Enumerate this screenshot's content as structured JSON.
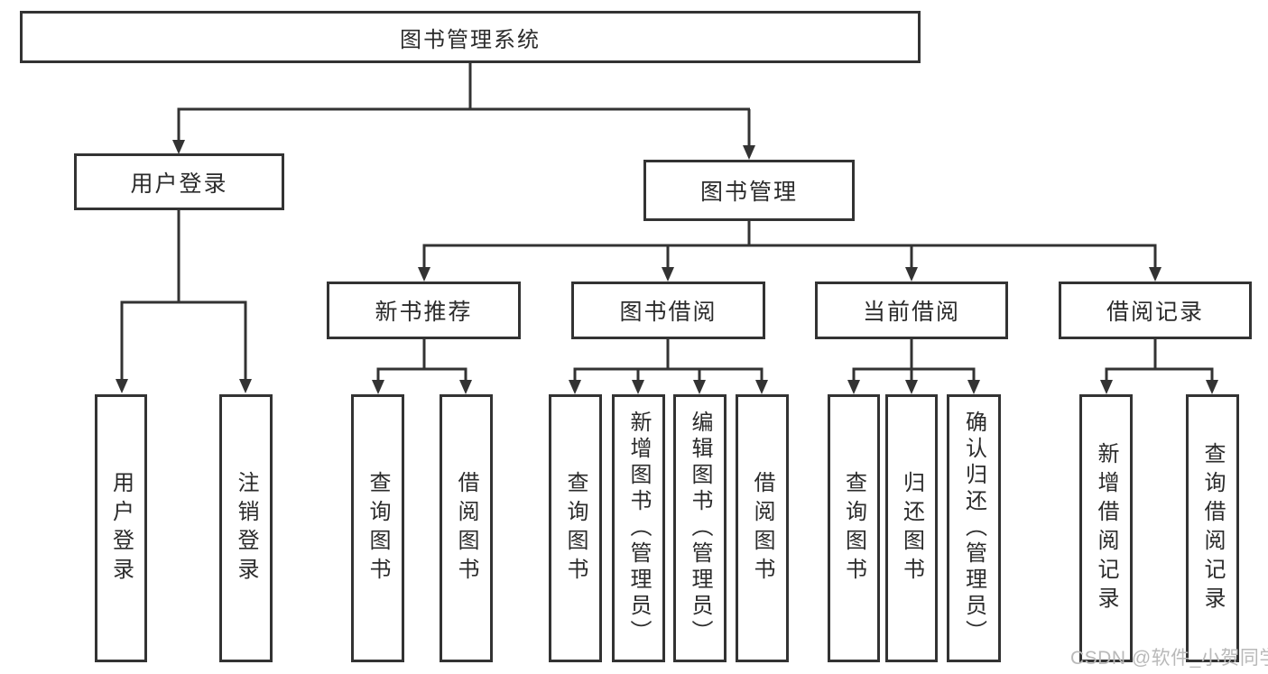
{
  "diagram": {
    "type": "hierarchy-chart",
    "colors": {
      "line": "#333333",
      "box_border": "#333333",
      "box_fill": "#ffffff",
      "text": "#2b2b2b",
      "watermark_text": "#b9b9b9",
      "background": "#ffffff"
    },
    "tree": {
      "label": "图书管理系统",
      "children": [
        {
          "label": "用户登录",
          "children": [
            {
              "label": "用户登录"
            },
            {
              "label": "注销登录"
            }
          ]
        },
        {
          "label": "图书管理",
          "children": [
            {
              "label": "新书推荐",
              "children": [
                {
                  "label": "查询图书"
                },
                {
                  "label": "借阅图书"
                }
              ]
            },
            {
              "label": "图书借阅",
              "children": [
                {
                  "label": "查询图书"
                },
                {
                  "label": "新增图书（管理员）"
                },
                {
                  "label": "编辑图书（管理员）"
                },
                {
                  "label": "借阅图书"
                }
              ]
            },
            {
              "label": "当前借阅",
              "children": [
                {
                  "label": "查询图书"
                },
                {
                  "label": "归还图书"
                },
                {
                  "label": "确认归还（管理员）"
                }
              ]
            },
            {
              "label": "借阅记录",
              "children": [
                {
                  "label": "新增借阅记录"
                },
                {
                  "label": "查询借阅记录"
                }
              ]
            }
          ]
        }
      ]
    },
    "watermark": {
      "text": "CSDN @软件_小贺同学"
    }
  }
}
